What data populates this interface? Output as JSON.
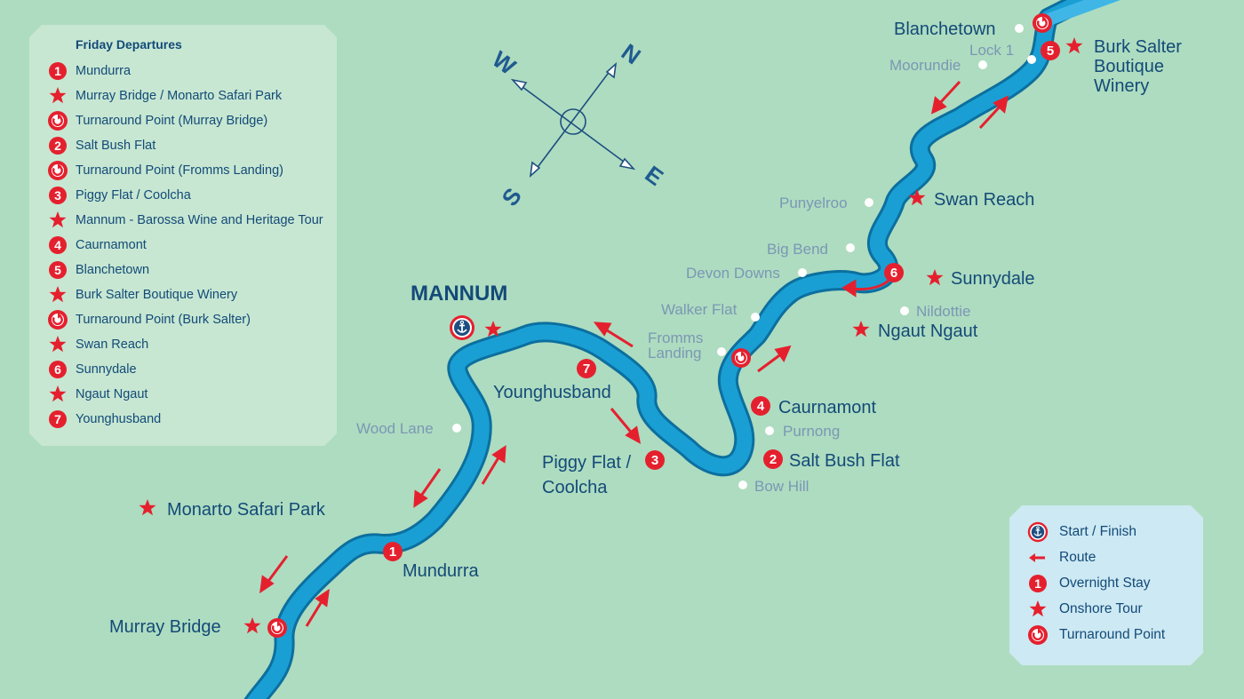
{
  "legend": {
    "title": "Friday Departures",
    "items": [
      {
        "icon": "number-1-icon",
        "badge": "1",
        "label": "Mundurra"
      },
      {
        "icon": "star-icon",
        "label": "Murray Bridge / Monarto Safari Park"
      },
      {
        "icon": "turnaround-icon",
        "label": "Turnaround Point (Murray Bridge)"
      },
      {
        "icon": "number-2-icon",
        "badge": "2",
        "label": "Salt Bush Flat"
      },
      {
        "icon": "turnaround-icon",
        "label": "Turnaround Point (Fromms Landing)"
      },
      {
        "icon": "number-3-icon",
        "badge": "3",
        "label": "Piggy Flat / Coolcha"
      },
      {
        "icon": "star-icon",
        "label": "Mannum - Barossa Wine and Heritage Tour"
      },
      {
        "icon": "number-4-icon",
        "badge": "4",
        "label": "Caurnamont"
      },
      {
        "icon": "number-5-icon",
        "badge": "5",
        "label": "Blanchetown"
      },
      {
        "icon": "star-icon",
        "label": "Burk Salter Boutique Winery"
      },
      {
        "icon": "turnaround-icon",
        "label": "Turnaround Point (Burk Salter)"
      },
      {
        "icon": "star-icon",
        "label": "Swan Reach"
      },
      {
        "icon": "number-6-icon",
        "badge": "6",
        "label": "Sunnydale"
      },
      {
        "icon": "star-icon",
        "label": "Ngaut Ngaut"
      },
      {
        "icon": "number-7-icon",
        "badge": "7",
        "label": "Younghusband"
      }
    ]
  },
  "key": {
    "items": [
      {
        "icon": "anchor-icon",
        "label": "Start / Finish"
      },
      {
        "icon": "arrow-icon",
        "label": "Route"
      },
      {
        "icon": "number-1-icon",
        "badge": "1",
        "label": "Overnight Stay"
      },
      {
        "icon": "star-icon",
        "label": "Onshore Tour"
      },
      {
        "icon": "turnaround-icon",
        "label": "Turnaround Point"
      }
    ]
  },
  "compass": {
    "n": "N",
    "e": "E",
    "s": "S",
    "w": "W"
  },
  "map_labels": {
    "mannum": "MANNUM",
    "blanchetown": "Blanchetown",
    "lock1": "Lock 1",
    "moorundie": "Moorundie",
    "burk_salter": [
      "Burk Salter",
      "Boutique",
      "Winery"
    ],
    "swan_reach": "Swan Reach",
    "punyelroo": "Punyelroo",
    "big_bend": "Big Bend",
    "devon_downs": "Devon Downs",
    "sunnydale": "Sunnydale",
    "walker_flat": "Walker Flat",
    "nildottie": "Nildottie",
    "ngaut_ngaut": "Ngaut Ngaut",
    "fromms_landing": [
      "Fromms",
      "Landing"
    ],
    "caurnamont": "Caurnamont",
    "purnong": "Purnong",
    "salt_bush_flat": "Salt Bush Flat",
    "bow_hill": "Bow Hill",
    "younghusband": "Younghusband",
    "piggy_flat": [
      "Piggy Flat /",
      "Coolcha"
    ],
    "wood_lane": "Wood Lane",
    "monarto": "Monarto Safari Park",
    "mundurra": "Mundurra",
    "murray_bridge": "Murray Bridge"
  },
  "stop_numbers": {
    "mundurra": "1",
    "salt_bush_flat": "2",
    "piggy_flat": "3",
    "caurnamont": "4",
    "blanchetown": "5",
    "sunnydale": "6",
    "younghusband": "7"
  },
  "colors": {
    "background": "#aedcc0",
    "river": "#1292c9",
    "river_outline": "#0c6f9e",
    "accent_red": "#e5202e",
    "navy_text": "#134a78",
    "grey_text": "#7b97b5",
    "legend_bg": "#c7e7d2",
    "key_bg": "#cde9f3"
  }
}
